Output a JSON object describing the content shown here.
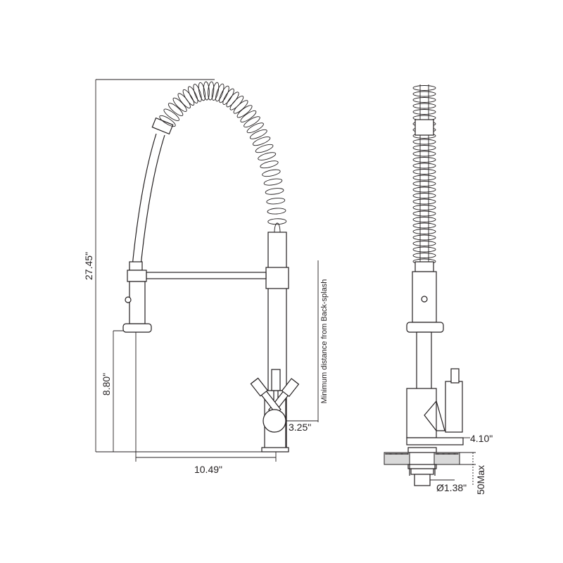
{
  "front_view": {
    "overall_height": "27.45\"",
    "spout_height": "8.80\"",
    "reach": "10.49\"",
    "handle_offset": "3.25\"",
    "backsplash_note": "Minimum distance from Back-splash"
  },
  "side_view": {
    "base_height": "4.10\"",
    "shank_diameter": "Ø1.38\"",
    "max_deck_thickness": "50Max"
  },
  "colors": {
    "line": "#231f20",
    "background": "#ffffff"
  }
}
